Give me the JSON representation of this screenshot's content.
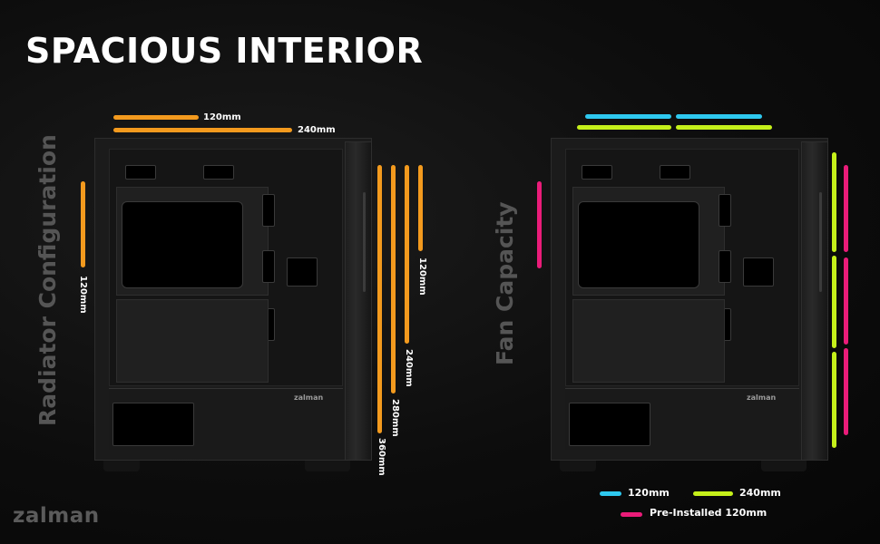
{
  "headline": "SPACIOUS INTERIOR",
  "brand": "zalman",
  "left_section": {
    "title": "Radiator Configuration",
    "top_labels": [
      "120mm",
      "240mm"
    ],
    "side_labels": [
      "120mm",
      "240mm",
      "280mm",
      "360mm"
    ],
    "rear_label": "120mm",
    "case_logo": "zalman"
  },
  "right_section": {
    "title": "Fan Capacity",
    "case_logo": "zalman"
  },
  "legend": {
    "cyan_label": "120mm",
    "lime_label": "240mm",
    "pink_label": "Pre-Installed 120mm"
  },
  "colors": {
    "orange": "#f39a1e",
    "cyan": "#2ec8ef",
    "lime": "#c5f01a",
    "pink": "#ea1c79"
  }
}
